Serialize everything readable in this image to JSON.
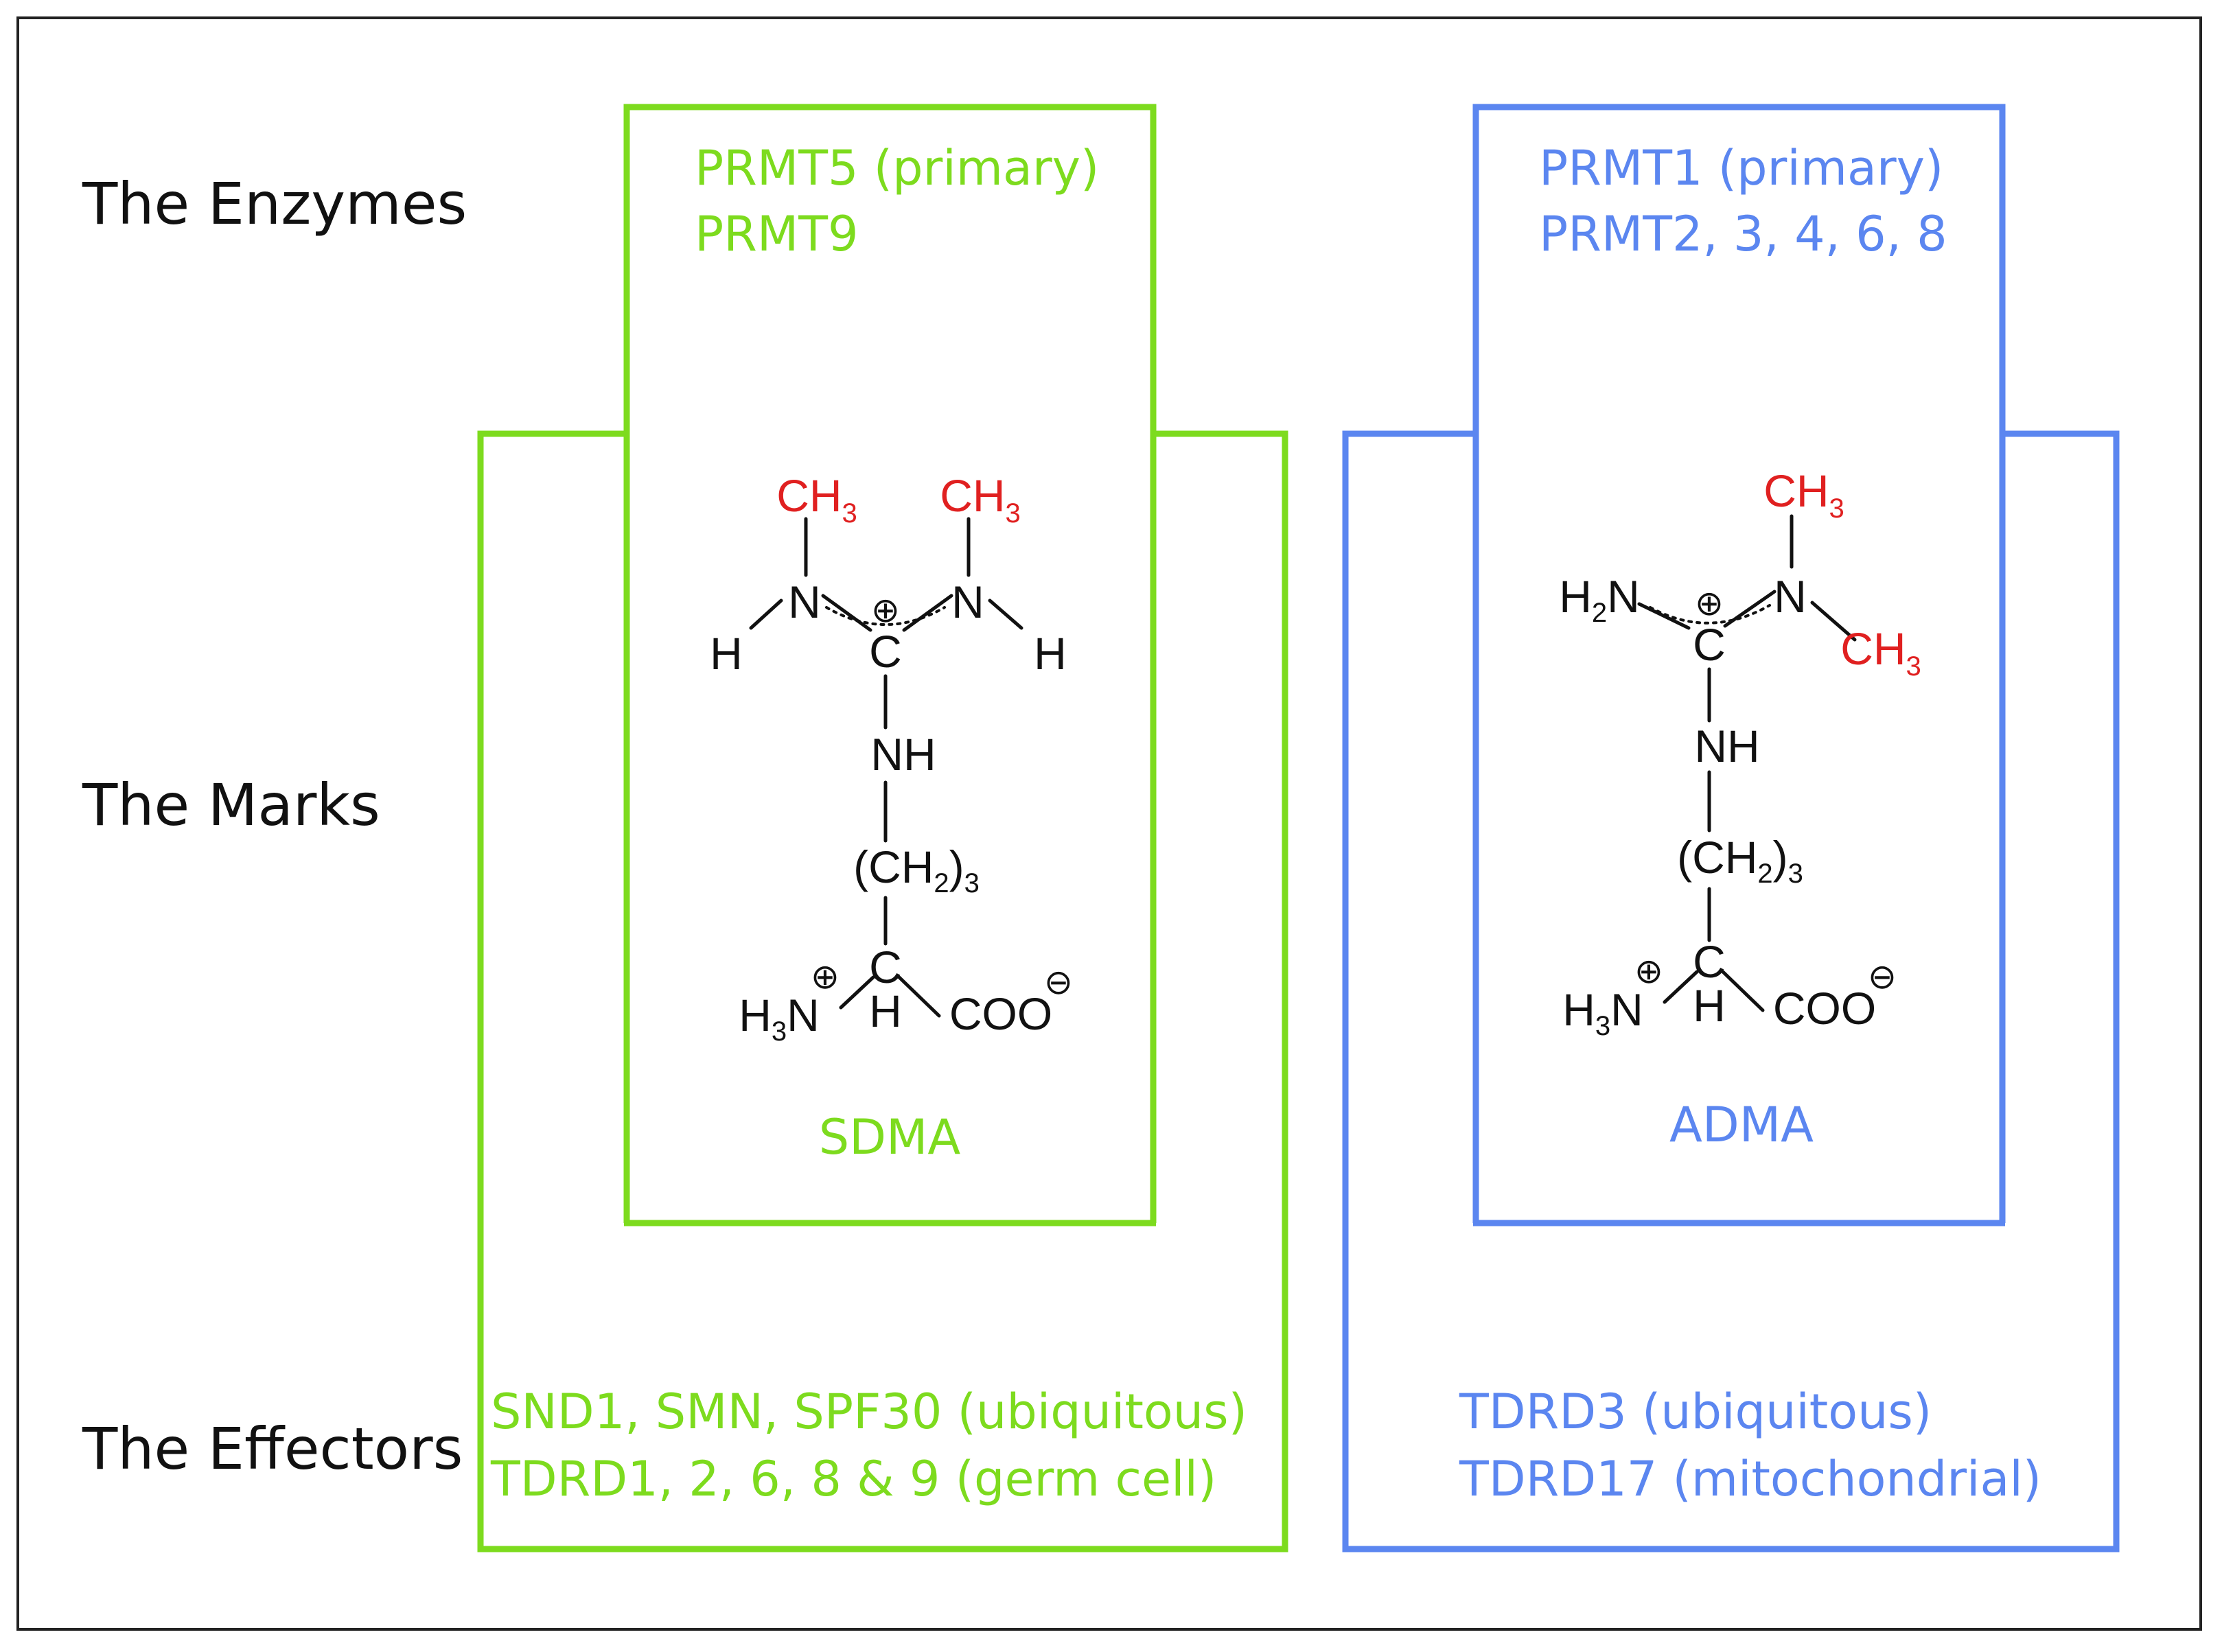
{
  "row_labels": {
    "enzymes": "The Enzymes",
    "marks": "The Marks",
    "effectors": "The Effectors"
  },
  "sdma": {
    "enzymes": [
      "PRMT5 (primary)",
      "PRMT9"
    ],
    "mark_name": "SDMA",
    "effectors": [
      "SND1, SMN, SPF30 (ubiquitous)",
      "TDRD1, 2, 6, 8 & 9  (germ cell)"
    ],
    "color": "#7ddb1e"
  },
  "adma": {
    "enzymes": [
      "PRMT1 (primary)",
      "PRMT2, 3, 4, 6, 8"
    ],
    "mark_name": "ADMA",
    "effectors": [
      "TDRD3 (ubiquitous)",
      "TDRD17 (mitochondrial)"
    ],
    "color": "#5b86f0"
  },
  "chem": {
    "methyl_color": "#e02020",
    "ink_color": "#111111",
    "methyl": "CH",
    "sub3": "3",
    "sub2": "2",
    "n": "N",
    "h": "H",
    "c": "C",
    "nh": "NH",
    "h2": "H",
    "h3": "H",
    "coo": "COO",
    "ch2_open": "(CH",
    "ch2_close": ")",
    "plus": "⊕",
    "minus": "⊖"
  }
}
